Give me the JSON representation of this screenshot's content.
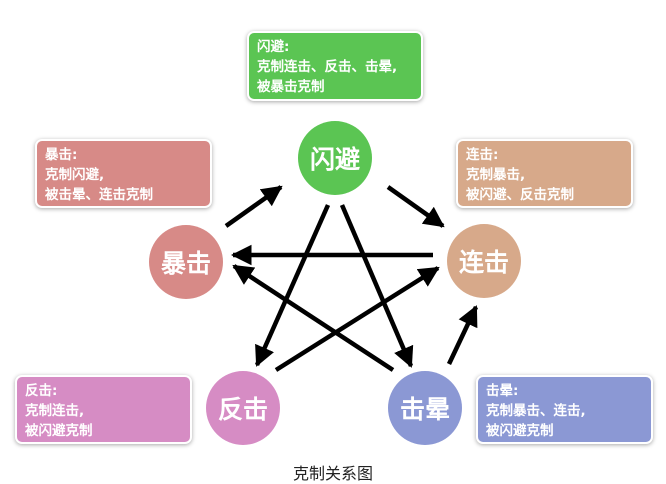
{
  "nodes": {
    "dodge": {
      "label": "闪避",
      "color": "#5bc553"
    },
    "combo": {
      "label": "连击",
      "color": "#d7a98a"
    },
    "stun": {
      "label": "击晕",
      "color": "#8b98d4"
    },
    "counter": {
      "label": "反击",
      "color": "#d68cc4"
    },
    "crit": {
      "label": "暴击",
      "color": "#d78a87"
    }
  },
  "boxes": {
    "dodge": {
      "title": "闪避:",
      "line1": "克制连击、反击、击晕,",
      "line2": "被暴击克制",
      "color": "#5bc553"
    },
    "combo": {
      "title": "连击:",
      "line1": "克制暴击,",
      "line2": "被闪避、反击克制",
      "color": "#d7a98a"
    },
    "stun": {
      "title": "击晕:",
      "line1": "克制暴击、连击,",
      "line2": "被闪避克制",
      "color": "#8b98d4"
    },
    "counter": {
      "title": "反击:",
      "line1": "克制连击,",
      "line2": "被闪避克制",
      "color": "#d68cc4"
    },
    "crit": {
      "title": "暴击:",
      "line1": "克制闪避,",
      "line2": "被击晕、连击克制",
      "color": "#d78a87"
    }
  },
  "caption": "克制关系图"
}
